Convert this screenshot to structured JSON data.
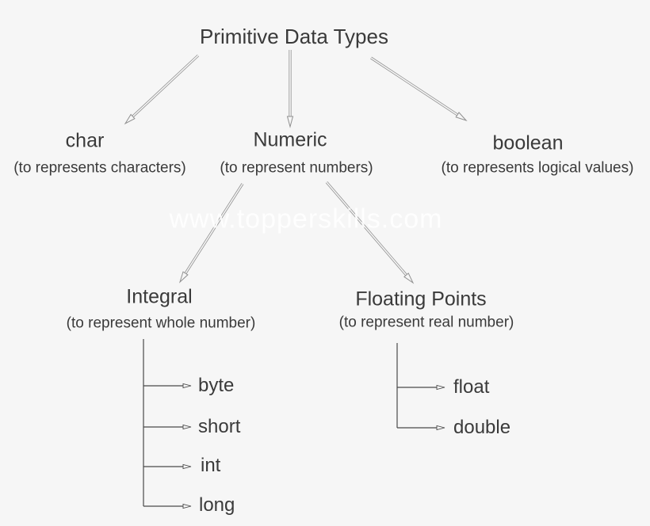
{
  "diagram": {
    "title": "Primitive Data Types",
    "watermark": "www.topperskills.com",
    "nodes": {
      "char": {
        "label": "char",
        "desc": "(to represents characters)"
      },
      "numeric": {
        "label": "Numeric",
        "desc": "(to represent numbers)"
      },
      "boolean": {
        "label": "boolean",
        "desc": "(to represents logical values)"
      },
      "integral": {
        "label": "Integral",
        "desc": "(to represent whole number)"
      },
      "floating": {
        "label": "Floating Points",
        "desc": "(to represent real number)"
      }
    },
    "integral_children": [
      {
        "label": "byte"
      },
      {
        "label": "short"
      },
      {
        "label": "int"
      },
      {
        "label": "long"
      }
    ],
    "floating_children": [
      {
        "label": "float"
      },
      {
        "label": "double"
      }
    ],
    "colors": {
      "background": "#f6f6f6",
      "text": "#3a3a3a",
      "branch_line": "#4a4a4a",
      "arrow_outline": "#909090",
      "watermark": "#fdfdfd"
    }
  }
}
